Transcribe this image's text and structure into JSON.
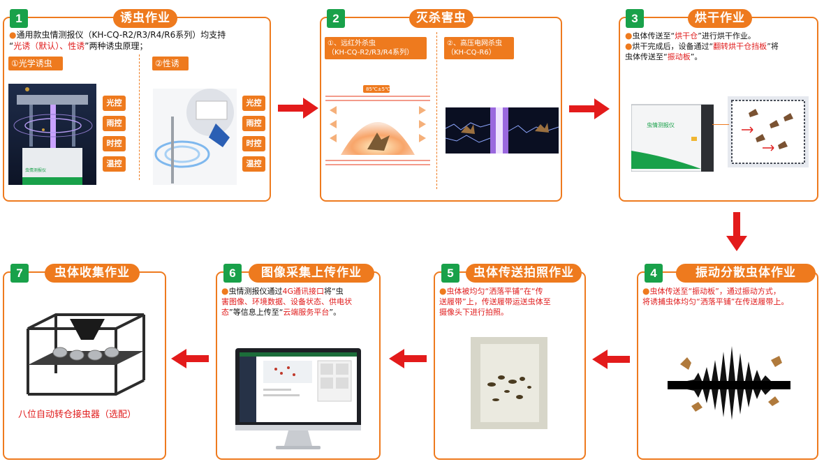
{
  "steps": {
    "s1": {
      "num": "1",
      "title": "诱虫作业",
      "desc_a": "通用款虫情测报仪（KH-CQ-R2/R3/R4/R6系列）均支持",
      "desc_q1": "“",
      "desc_red": "光诱（默认）、性诱",
      "desc_q2": "”两种诱虫原理；",
      "opt1": "①光学诱虫",
      "opt2": "②性诱",
      "tags1": [
        "光控",
        "雨控",
        "时控",
        "温控"
      ],
      "tags2": [
        "光控",
        "雨控",
        "时控",
        "温控"
      ],
      "device_label": "虫情测报仪"
    },
    "s2": {
      "num": "2",
      "title": "灭杀害虫",
      "opt1_l1": "①、远红外杀虫",
      "opt1_l2": "（KH-CQ-R2/R3/R4系列）",
      "opt2_l1": "②、高压电网杀虫",
      "opt2_l2": "（KH-CQ-R6）",
      "temp": "85℃±5℃"
    },
    "s3": {
      "num": "3",
      "title": "烘干作业",
      "l1_a": "虫体传送至“",
      "l1_red": "烘干仓",
      "l1_b": "”进行烘干作业。",
      "l2_a": "烘干完成后，设备通过“",
      "l2_red": "翻转烘干仓挡板",
      "l2_b": "”将",
      "l3_a": "虫体传送至“",
      "l3_red": "振动板",
      "l3_b": "”。",
      "device_label": "虫情测报仪"
    },
    "s4": {
      "num": "4",
      "title": "振动分散虫体作业",
      "l1_a": "虫体传送至“振动板”，通过振动方式，",
      "l2_a": "将诱捕虫体均匀“洒落平铺”在传送履带上。"
    },
    "s5": {
      "num": "5",
      "title": "虫体传送拍照作业",
      "l1": "虫体被均匀“洒落平铺”在“传",
      "l2": "送履带”上，传送履带运送虫体至",
      "l3": "摄像头下进行拍照。"
    },
    "s6": {
      "num": "6",
      "title": "图像采集上传作业",
      "l1_a": "虫情测报仪通过",
      "l1_red": "4G通讯接口",
      "l1_b": "将“虫",
      "l2_red": "害图像、环境数据、设备状态、供电状",
      "l3_red": "态",
      "l3_b": "”等信息上传至“",
      "l3_red2": "云端服务平台",
      "l3_c": "”。"
    },
    "s7": {
      "num": "7",
      "title": "虫体收集作业",
      "caption": "八位自动转仓接虫器（选配）"
    }
  },
  "colors": {
    "accent": "#ee7a1e",
    "green": "#19a14a",
    "red": "#e01b1b",
    "arrow": "#e31b1b"
  }
}
